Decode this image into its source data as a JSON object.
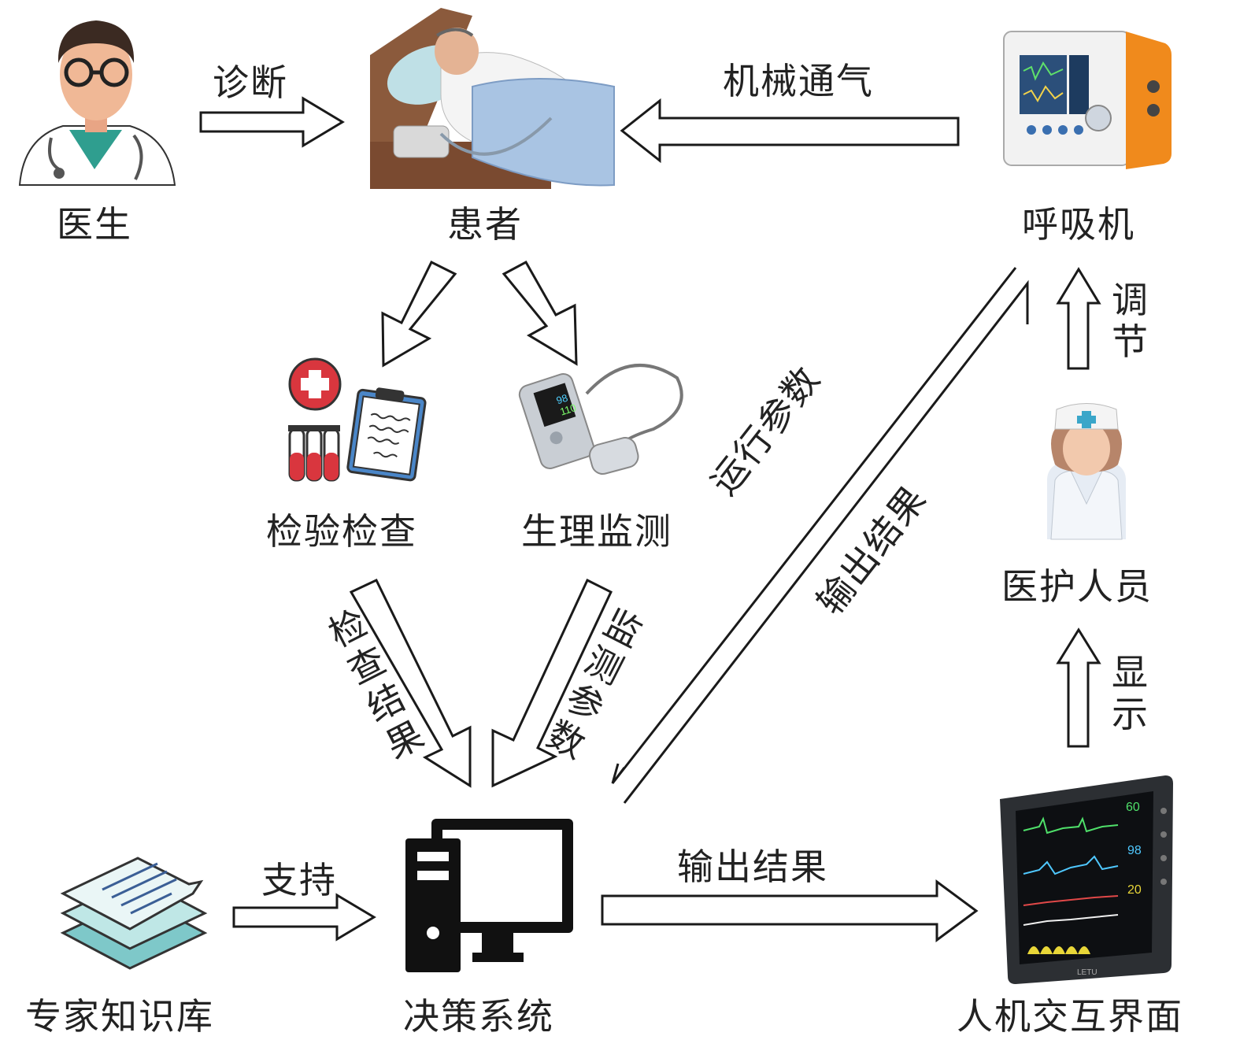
{
  "nodes": {
    "doctor": "医生",
    "patient": "患者",
    "ventilator": "呼吸机",
    "lab_tests": "检验检查",
    "physio_monitor": "生理监测",
    "medical_staff": "医护人员",
    "knowledge_base": "专家知识库",
    "decision_system": "决策系统",
    "hmi": "人机交互界面"
  },
  "edges": {
    "diagnose": "诊断",
    "mech_ventilation": "机械通气",
    "run_params": "运行参数",
    "output_results_diag": "输出结果",
    "adjust": "调节",
    "display": "显示",
    "check_results": "检查结果",
    "monitor_params": "监测参数",
    "support": "支持",
    "output_results": "输出结果"
  },
  "monitor_readings": {
    "device_values": [
      "98",
      "110"
    ],
    "screen_values": [
      "60",
      "98",
      "20"
    ],
    "brand": "LETU"
  },
  "colors": {
    "arrow_stroke": "#1a1a1a",
    "clipboard_blue": "#4a86c8",
    "red_cross": "#d9363e",
    "ventilator_orange": "#f08a1c",
    "nurse_teal": "#3aa6c9",
    "knowledge_teal": "#7ec8c9"
  }
}
